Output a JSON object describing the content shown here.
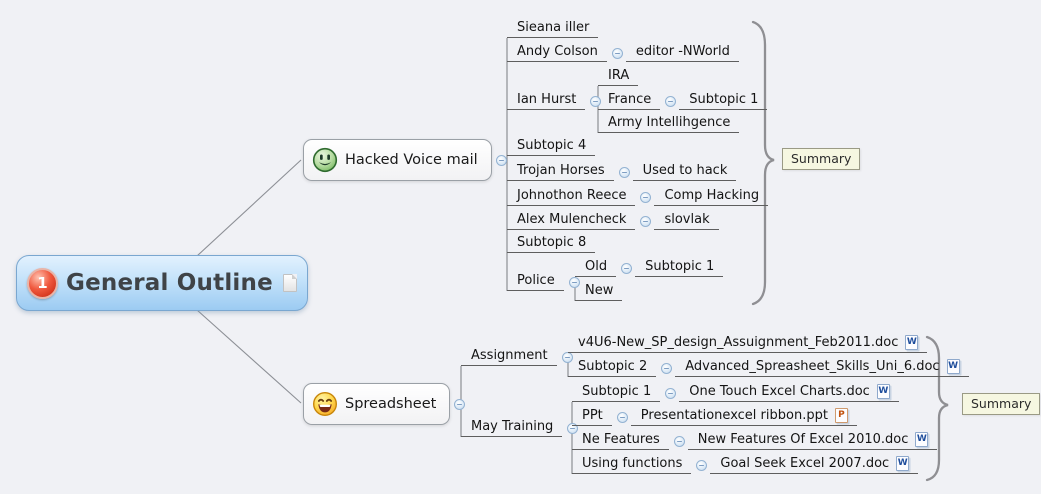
{
  "root": {
    "label": "General Outline",
    "marker": "1"
  },
  "summaries": {
    "first": "Summary",
    "second": "Summary"
  },
  "icons": {
    "word": "W",
    "ppt": "P"
  },
  "colors": {
    "background": "#f0f1f5",
    "central_blue": "#9ccbf2",
    "summary_bg": "#f6f7e1",
    "marker_red": "#c32009"
  },
  "topics": {
    "hacked": {
      "label": "Hacked Voice mail"
    },
    "spreadsheet": {
      "label": "Spreadsheet"
    }
  },
  "nodes": {
    "sieana": "Sieana iller",
    "andy": "Andy Colson",
    "andy_child": "editor -NWorld",
    "ian": "Ian Hurst",
    "ira": "IRA",
    "france": "France",
    "france_child": "Subtopic 1",
    "army": "Army Intellihgence",
    "subtopic4": "Subtopic 4",
    "trojan": "Trojan Horses",
    "trojan_child": "Used to hack",
    "johnothon": "Johnothon Reece",
    "johnothon_child": "Comp Hacking",
    "alex": "Alex Mulencheck",
    "alex_child": "slovlak",
    "subtopic8": "Subtopic 8",
    "police": "Police",
    "old": "Old",
    "old_child": "Subtopic 1",
    "new": "New",
    "assignment": "Assignment",
    "assignment_doc": "v4U6-New_SP_design_Assuignment_Feb2011.doc",
    "subtopic2": "Subtopic 2",
    "subtopic2_doc": "Advanced_Spreasheet_Skills_Uni_6.doc",
    "may": "May Training",
    "may_sub1": "Subtopic 1",
    "may_sub1_doc": "One Touch Excel Charts.doc",
    "ppt": "PPt",
    "ppt_doc": "Presentationexcel ribbon.ppt",
    "ne": "Ne Features",
    "ne_doc": "New Features Of Excel 2010.doc",
    "using": "Using functions",
    "using_doc": "Goal Seek Excel 2007.doc"
  }
}
